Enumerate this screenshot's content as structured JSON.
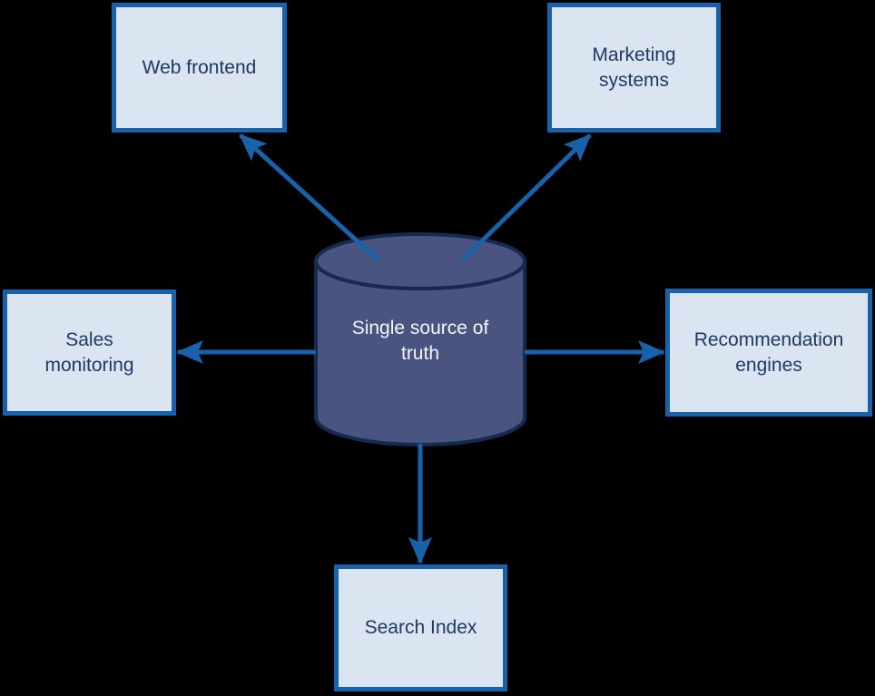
{
  "diagram": {
    "center_node": {
      "id": "single-source-of-truth",
      "label": "Single source of\ntruth",
      "shape": "database-cylinder"
    },
    "nodes": [
      {
        "id": "web-frontend",
        "label": "Web frontend"
      },
      {
        "id": "marketing-systems",
        "label": "Marketing\nsystems"
      },
      {
        "id": "sales-monitoring",
        "label": "Sales\nmonitoring"
      },
      {
        "id": "recommendation-engines",
        "label": "Recommendation\nengines"
      },
      {
        "id": "search-index",
        "label": "Search Index"
      }
    ],
    "edges": [
      {
        "from": "single-source-of-truth",
        "to": "web-frontend"
      },
      {
        "from": "single-source-of-truth",
        "to": "marketing-systems"
      },
      {
        "from": "single-source-of-truth",
        "to": "sales-monitoring"
      },
      {
        "from": "single-source-of-truth",
        "to": "recommendation-engines"
      },
      {
        "from": "single-source-of-truth",
        "to": "search-index"
      }
    ],
    "colors": {
      "background": "#000000",
      "node_fill": "#dbe5f1",
      "node_border": "#1762ab",
      "node_text": "#1f3864",
      "arrow": "#1762ab",
      "cylinder_fill": "#4a5480",
      "cylinder_border": "#16294e",
      "cylinder_text": "#f4f6fa"
    }
  }
}
